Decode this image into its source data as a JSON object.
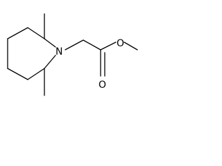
{
  "molecule": {
    "atoms": {
      "nitrogen": "N",
      "ester_oxygen": "O",
      "carbonyl_oxygen": "O"
    },
    "colors": {
      "bond": "#000000",
      "background": "#ffffff"
    }
  }
}
